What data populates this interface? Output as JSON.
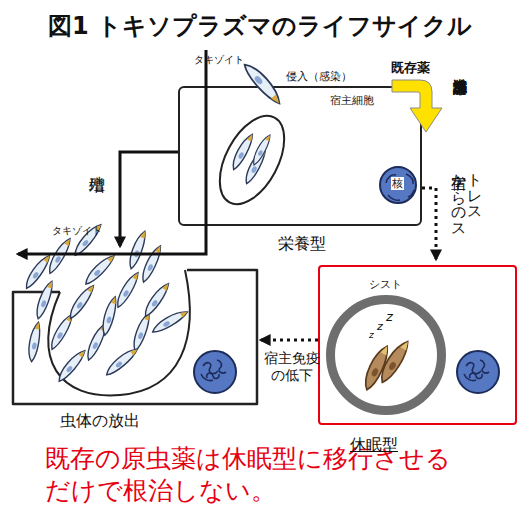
{
  "diagram": {
    "title": "図1 トキソプラズマのライフサイクル",
    "caption": "既存の原虫薬は休眠型に移行させるだけで根治しない。",
    "nodes": [
      {
        "text": [
          "宿主細胞",
          "栄養型"
        ]
      },
      {
        "text": [
          "核"
        ],
        "in": 0
      },
      {
        "text": [
          "虫体の放出"
        ]
      },
      {
        "text": [
          "休眠型"
        ]
      },
      {
        "text": [
          "シスト"
        ],
        "in": 3
      }
    ],
    "edges": [
      {
        "from": 0,
        "to": 2,
        "label": "増殖",
        "arrow": "to"
      },
      {
        "from": 2,
        "to": 0,
        "arrow": "to"
      },
      {
        "from": 0,
        "to": 3,
        "label": "宿主からのストレス",
        "arrow": "to"
      },
      {
        "from": 3,
        "to": 2,
        "label": "宿主免疫の低下",
        "arrow": "to"
      }
    ],
    "labels": [
      "タキゾイト",
      "侵入（感染）",
      "既存薬",
      "潜伏感染誘導",
      "タキゾイト",
      "z",
      "z",
      "z"
    ]
  }
}
